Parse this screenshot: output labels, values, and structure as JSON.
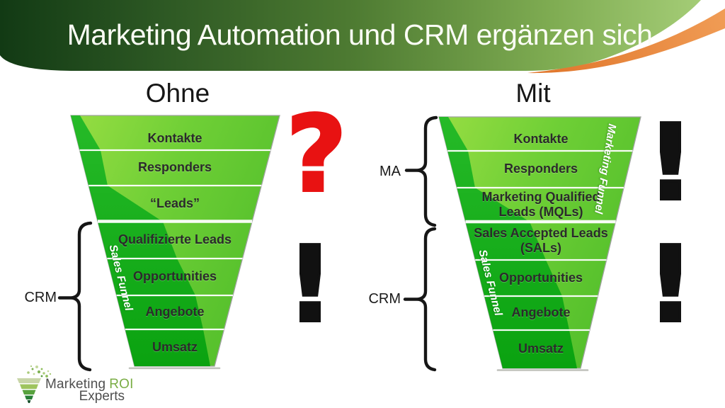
{
  "header": {
    "title": "Marketing Automation und CRM ergänzen sich"
  },
  "columns": {
    "left_heading": "Ohne",
    "right_heading": "Mit"
  },
  "left_funnel": {
    "stages": [
      "Kontakte",
      "Responders",
      "“Leads”",
      "Qualifizierte Leads",
      "Opportunities",
      "Angebote",
      "Umsatz"
    ],
    "side_label": "Sales Funnel",
    "bracket_label": "CRM",
    "annotation_top": "?",
    "annotation_bottom": "!"
  },
  "right_funnel": {
    "stages": [
      "Kontakte",
      "Responders",
      "Marketing Qualified Leads (MQLs)",
      "Sales Accepted Leads (SALs)",
      "Opportunities",
      "Angebote",
      "Umsatz"
    ],
    "marketing_side_label": "Marketing Funnel",
    "sales_side_label": "Sales Funnel",
    "bracket_top_label": "MA",
    "bracket_bottom_label": "CRM",
    "annotation_top": "!",
    "annotation_bottom": "!"
  },
  "logo": {
    "name_primary": "Marketing",
    "name_accent": "ROI",
    "name_secondary": "Experts"
  },
  "colors": {
    "banner_dark_green": "#16401A",
    "banner_light_green": "#A6CE78",
    "swoosh_orange": "#EA8638",
    "funnel_face_light": "#93DC41",
    "funnel_face_mid": "#55C02C",
    "funnel_shadow_green": "#12A716",
    "question_red": "#E81212",
    "mark_black": "#111111"
  }
}
